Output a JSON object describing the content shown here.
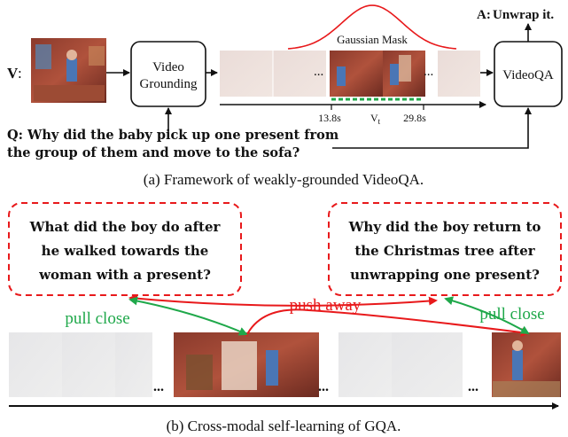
{
  "top": {
    "v_label": "V",
    "v_colon": ":",
    "grounding_box": [
      "Video",
      "Grounding"
    ],
    "videoqa_box": "VideoQA",
    "answer_prefix": "A:",
    "answer_text": "Unwrap it.",
    "gaussian_label": "Gaussian Mask",
    "ellipsis": "...",
    "time_start": "13.8s",
    "time_end": "29.8s",
    "vt_label": "V",
    "vt_sub": "t",
    "question_prefix": "Q",
    "question_line1": ": Why did the baby pick up one present from",
    "question_line2": "the group of them and move to the sofa?",
    "caption": "(a) Framework of weakly-grounded VideoQA."
  },
  "bottom": {
    "question_left": [
      "What did the boy do after",
      "he walked towards the",
      "woman with a present?"
    ],
    "question_right": [
      "Why did the boy return to",
      "the Christmas tree after",
      "unwrapping one present?"
    ],
    "pull_left": "pull close",
    "pull_right": "pull close",
    "push_label": "push away",
    "ellipsis": "...",
    "caption": "(b) Cross-modal self-learning of GQA."
  },
  "colors": {
    "red": "#e8191b",
    "green": "#1fa84a",
    "black": "#111111"
  }
}
